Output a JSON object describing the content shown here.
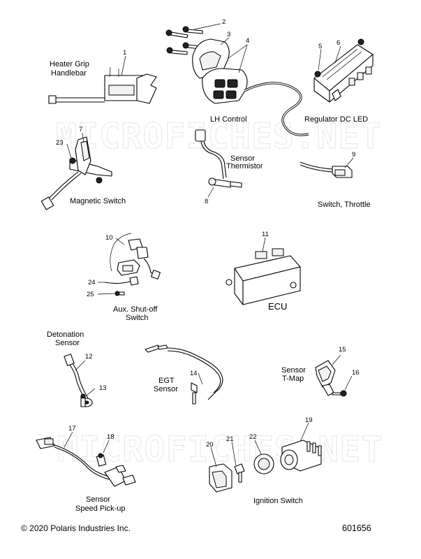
{
  "watermark": "MICROFICHES.NET",
  "labels": {
    "heater_grip_1": "Heater Grip",
    "heater_grip_2": "Handlebar",
    "lh_control": "LH Control",
    "regulator": "Regulator DC LED",
    "magnetic_switch": "Magnetic Switch",
    "sensor_thermistor_1": "Sensor",
    "sensor_thermistor_2": "Thermistor",
    "switch_throttle": "Switch, Throttle",
    "aux_shutoff_1": "Aux. Shut-off",
    "aux_shutoff_2": "Switch",
    "ecu": "ECU",
    "detonation_1": "Detonation",
    "detonation_2": "Sensor",
    "egt_1": "EGT",
    "egt_2": "Sensor",
    "tmap_1": "Sensor",
    "tmap_2": "T-Map",
    "speed_1": "Sensor",
    "speed_2": "Speed Pick-up",
    "ignition_switch": "Ignition Switch"
  },
  "callouts": {
    "c1": "1",
    "c2": "2",
    "c3": "3",
    "c4": "4",
    "c5": "5",
    "c6": "6",
    "c7": "7",
    "c8": "8",
    "c9": "9",
    "c10": "10",
    "c11": "11",
    "c12": "12",
    "c13": "13",
    "c14": "14",
    "c15": "15",
    "c16": "16",
    "c17": "17",
    "c18": "18",
    "c19": "19",
    "c20": "20",
    "c21": "21",
    "c22": "22",
    "c23": "23",
    "c24": "24",
    "c25": "25"
  },
  "footer": {
    "copyright": "© 2020 Polaris Industries Inc.",
    "drawing_number": "601656"
  }
}
